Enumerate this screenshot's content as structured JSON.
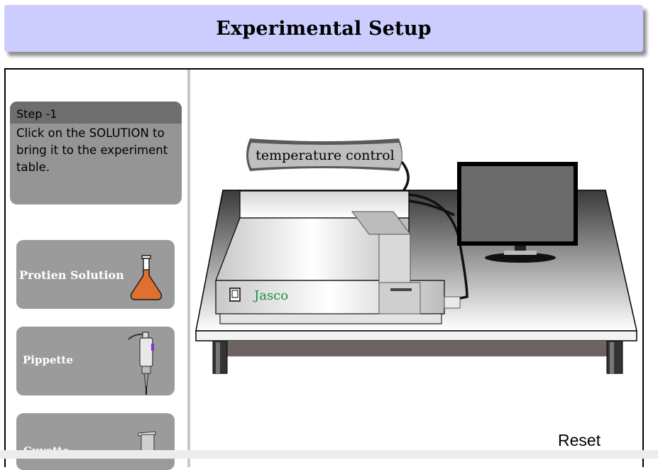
{
  "header": {
    "title": "Experimental Setup"
  },
  "step": {
    "title": "Step -1",
    "instruction": "Click on the SOLUTION to bring it to the experiment table."
  },
  "tools": [
    {
      "label": "Protien Solution",
      "icon": "flask-icon"
    },
    {
      "label": "Pippette",
      "icon": "pipette-icon"
    },
    {
      "label": "Cuvette",
      "icon": "cuvette-icon"
    }
  ],
  "stage": {
    "temperature_label": "temperature control",
    "instrument_brand": "Jasco",
    "reset_label": "Reset"
  },
  "colors": {
    "header_bg": "#ccccff",
    "panel_bg": "#959595",
    "flask_fill": "#e07030",
    "brand_text": "#1a8f3a"
  }
}
